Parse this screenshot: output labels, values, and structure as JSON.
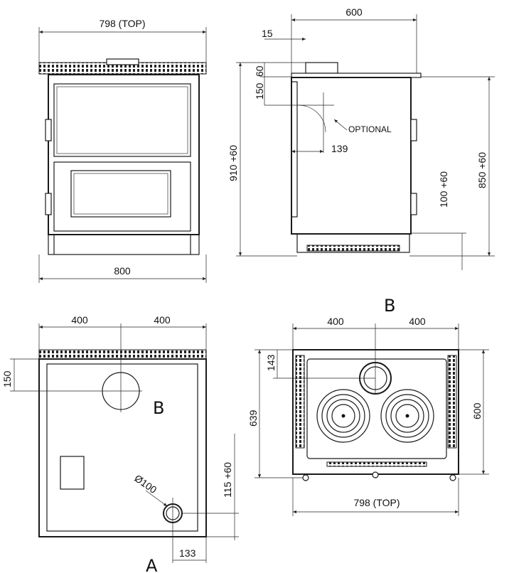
{
  "front_view": {
    "top_width": "798 (TOP)",
    "overall_width": "800"
  },
  "side_view": {
    "depth": "600",
    "offset_15": "15",
    "offset_60": "60",
    "offset_150": "150",
    "height": "910 +60",
    "optional_label": "OPTIONAL",
    "flue_offset": "139",
    "plinth_height": "100 +60",
    "hob_height": "850 +60"
  },
  "rear_view": {
    "left_400": "400",
    "right_400": "400",
    "flue_height": "150",
    "outlet_b": "B",
    "diameter": "Ø100",
    "outlet_height": "115 +60",
    "outlet_offset": "133",
    "outlet_a": "A"
  },
  "top_view": {
    "outlet_b": "B",
    "left_400": "400",
    "right_400": "400",
    "flue_depth": "143",
    "overall_depth": "639",
    "depth_600": "600",
    "top_width": "798 (TOP)"
  }
}
